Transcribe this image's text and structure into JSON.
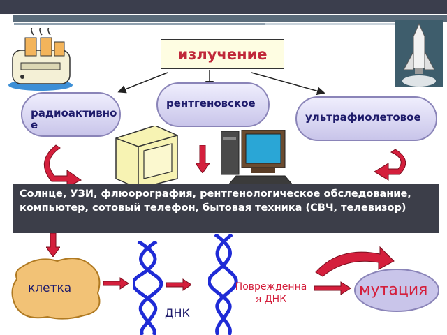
{
  "title": "излучение",
  "types": {
    "radio": "радиоактивное",
    "xray": "рентгеновское",
    "uv": "ультрафиолетовое"
  },
  "sources_text": "Солнце, УЗИ, флюорография, рентгенологическое обследование, компьютер, сотовый телефон, бытовая техника (СВЧ, телевизор)",
  "cell": "клетка",
  "dna": "ДНК",
  "damaged_dna": "Поврежденная ДНК",
  "mutation": "мутация",
  "colors": {
    "accent_red": "#d41f3c",
    "text_blue": "#1e1b6b",
    "pill_fill": "#c9c5ea",
    "dark_box": "#3c3e49",
    "dna_blue": "#1f2bd6"
  },
  "icons": [
    "toaster-icon",
    "space-shuttle-icon",
    "monitor-icon",
    "computer-icon"
  ]
}
